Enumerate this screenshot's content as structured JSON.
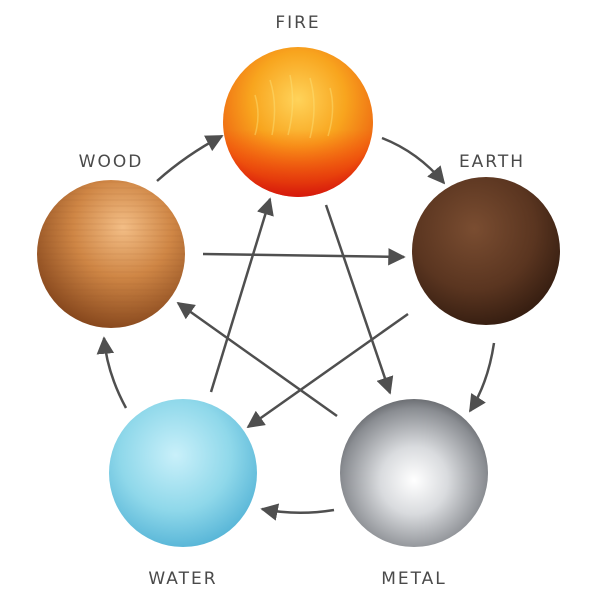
{
  "diagram": {
    "elements": {
      "fire": {
        "label": "FIRE"
      },
      "earth": {
        "label": "EARTH"
      },
      "metal": {
        "label": "METAL"
      },
      "water": {
        "label": "WATER"
      },
      "wood": {
        "label": "WOOD"
      }
    },
    "generating_cycle": [
      [
        "wood",
        "fire"
      ],
      [
        "fire",
        "earth"
      ],
      [
        "earth",
        "metal"
      ],
      [
        "metal",
        "water"
      ],
      [
        "water",
        "wood"
      ]
    ],
    "controlling_cycle": [
      [
        "wood",
        "earth"
      ],
      [
        "fire",
        "metal"
      ],
      [
        "earth",
        "water"
      ],
      [
        "metal",
        "wood"
      ],
      [
        "water",
        "fire"
      ]
    ],
    "colors": {
      "fire": "#f59a16",
      "earth": "#5a3520",
      "metal": "#a8abb0",
      "water": "#8fd8ea",
      "wood": "#c77838",
      "arrow": "#4f4f4f",
      "label": "#4a4a4a"
    }
  }
}
